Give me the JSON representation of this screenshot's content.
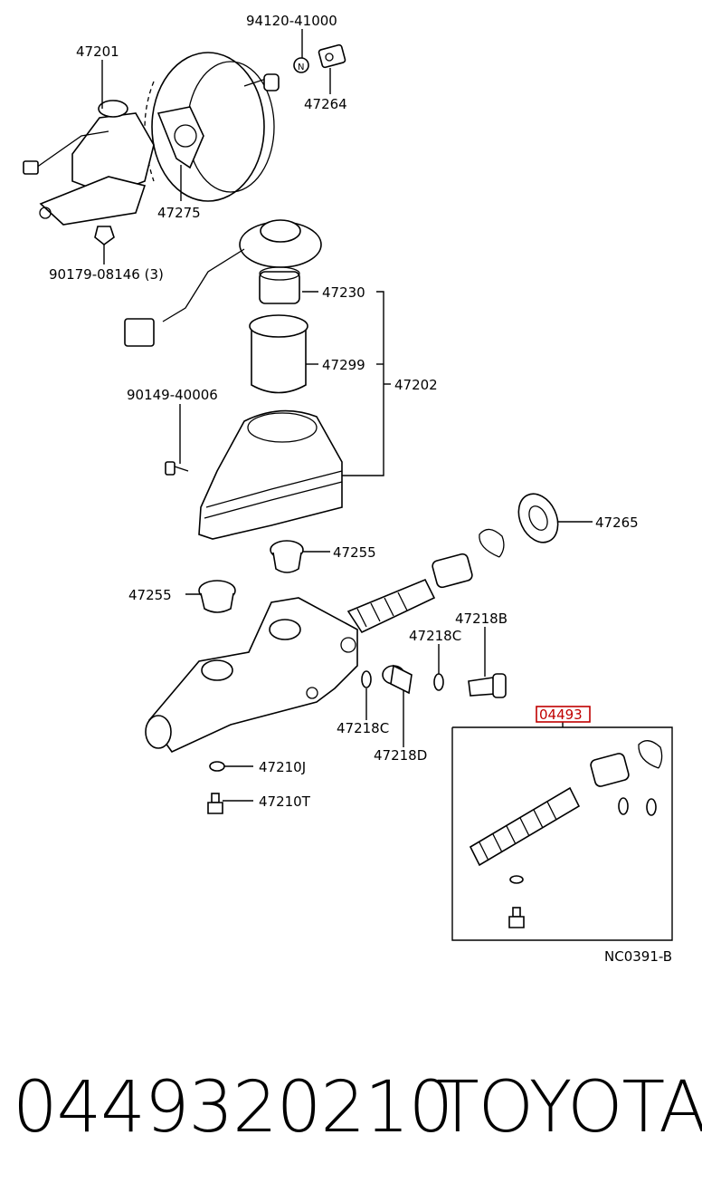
{
  "labels": {
    "l94120": "94120-41000",
    "l47201": "47201",
    "l47264": "47264",
    "l47275": "47275",
    "l90179": "90179-08146 (3)",
    "l47230": "47230",
    "l47299": "47299",
    "l47202": "47202",
    "l90149": "90149-40006",
    "l47265": "47265",
    "l47255a": "47255",
    "l47255b": "47255",
    "l47218B": "47218B",
    "l47218C_top": "47218C",
    "l47218C_bot": "47218C",
    "l47218D": "47218D",
    "l47210J": "47210J",
    "l47210T": "47210T",
    "l04493": "04493",
    "code": "NC0391-B"
  },
  "footer": {
    "part_number": "0449320210",
    "brand": "TOYOTA"
  },
  "colors": {
    "highlight": "#c00000"
  }
}
